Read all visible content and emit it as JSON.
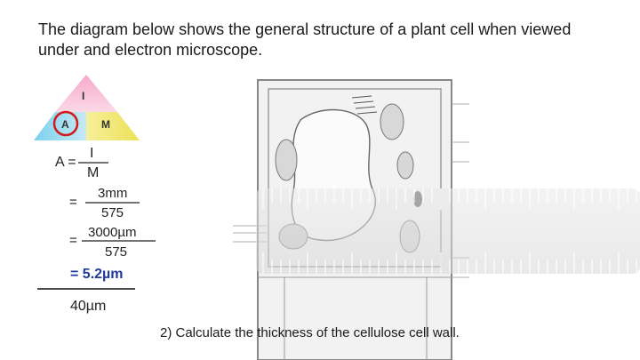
{
  "heading": "The diagram below shows the general structure of a plant cell when viewed under and electron microscope.",
  "triangle": {
    "top": "I",
    "left": "A",
    "right": "M"
  },
  "equation": {
    "lhs": "A",
    "eq": "=",
    "num1": "I",
    "den1": "M",
    "num2": "3mm",
    "den2": "575",
    "num3": "3000µm",
    "den3": "575",
    "result": "= 5.2µm",
    "answer": "40µm"
  },
  "question": "2) Calculate the thickness of the cellulose cell wall.",
  "colors": {
    "triangle_top": "#f4b5d0",
    "triangle_left": "#9bd8ec",
    "triangle_right": "#f2ea7c",
    "circle": "#d21a1a",
    "underline_blue": "#3d6fd8"
  }
}
